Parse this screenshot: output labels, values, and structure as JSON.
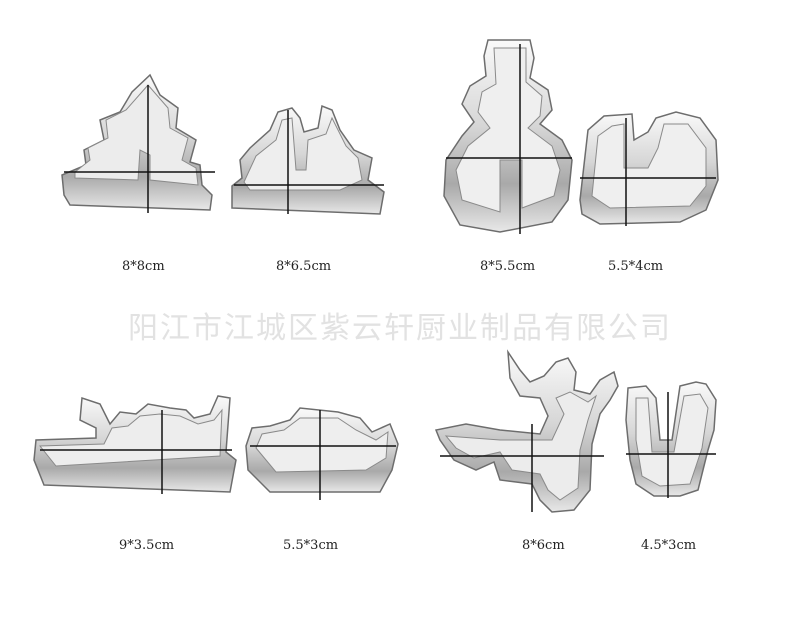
{
  "watermark": "阳江市江城区紫云轩厨业制品有限公司",
  "products": [
    {
      "shape": "christmas-tree",
      "size": "8*8cm"
    },
    {
      "shape": "sleigh-small",
      "size": "8*6.5cm"
    },
    {
      "shape": "snowman",
      "size": "8*5.5cm"
    },
    {
      "shape": "candy-cane",
      "size": "5.5*4cm"
    },
    {
      "shape": "sleigh-long",
      "size": "9*3.5cm"
    },
    {
      "shape": "sleigh-short",
      "size": "5.5*3cm"
    },
    {
      "shape": "reindeer",
      "size": "8*6cm"
    },
    {
      "shape": "mitten",
      "size": "4.5*3cm"
    }
  ],
  "colors": {
    "metal_light": "#f2f2f2",
    "metal_mid": "#c9c9c9",
    "metal_dark": "#7d7d7d",
    "line": "#111111"
  }
}
